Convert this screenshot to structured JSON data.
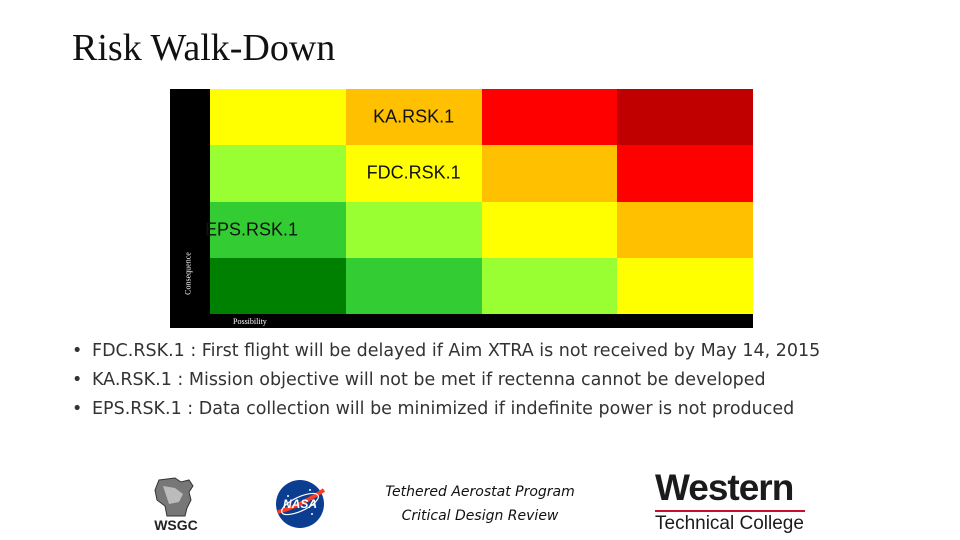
{
  "slide": {
    "title": "Risk Walk-Down"
  },
  "matrix": {
    "y_axis_label": "Consequence",
    "x_axis_label": "Possibility",
    "colors": {
      "dark_red": "#c00000",
      "red": "#ff0000",
      "orange": "#ffc000",
      "yellow": "#ffff00",
      "yellow_green": "#92d050",
      "lime": "#99ff33",
      "green": "#33cc33",
      "dark_green": "#008000"
    },
    "rows": [
      [
        "#ffff00",
        "#ffc000",
        "#ff0000",
        "#c00000"
      ],
      [
        "#99ff33",
        "#ffff00",
        "#ffc000",
        "#ff0000"
      ],
      [
        "#33cc33",
        "#99ff33",
        "#ffff00",
        "#ffc000"
      ],
      [
        "#008000",
        "#33cc33",
        "#99ff33",
        "#ffff00"
      ]
    ],
    "risks": {
      "ka": "KA.RSK.1",
      "fdc": "FDC.RSK.1",
      "eps": "EPS.RSK.1"
    }
  },
  "bullets": [
    "FDC.RSK.1 : First flight will be delayed if Aim XTRA is not received by May 14, 2015",
    "KA.RSK.1 : Mission objective will not be met if rectenna cannot be developed",
    "EPS.RSK.1 : Data collection will be minimized if indefinite power is not produced"
  ],
  "footer": {
    "line1": "Tethered Aerostat Program",
    "line2": "Critical Design Review"
  },
  "logos": {
    "wsgc": "WSGC",
    "nasa": "NASA",
    "western_line1": "Western",
    "western_line2": "Technical College"
  }
}
